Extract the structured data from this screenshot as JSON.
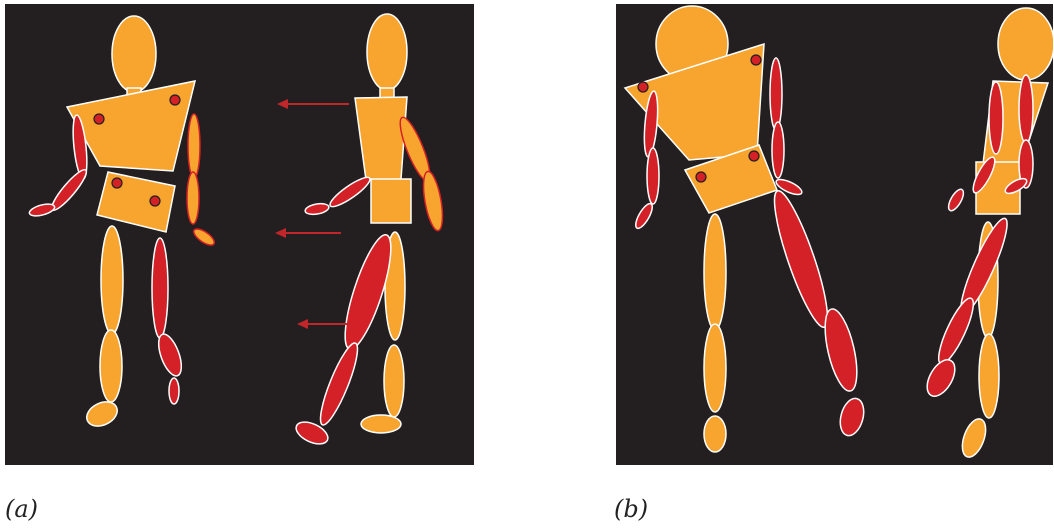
{
  "figure": {
    "panels": [
      {
        "id": "a",
        "caption": "(a)"
      },
      {
        "id": "b",
        "caption": "(b)"
      }
    ],
    "colors": {
      "background": "#231f20",
      "near_side_parts": "#f8a530",
      "far_side_parts": "#d42127",
      "joint_markers": "#d42127",
      "outline": "#ffffff",
      "arrows": "#c0262a"
    }
  }
}
